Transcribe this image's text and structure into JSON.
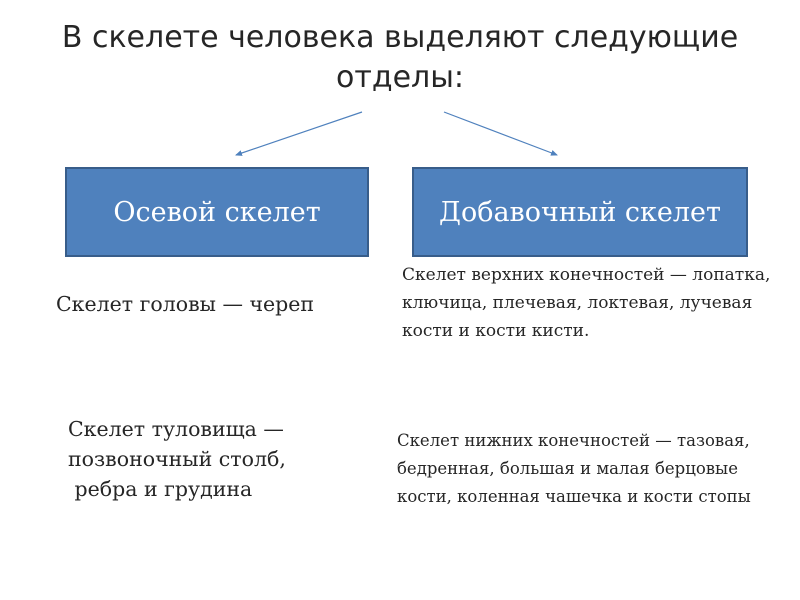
{
  "title": {
    "line1": "В скелете человека выделяют следующие",
    "line2": "отделы:"
  },
  "boxes": {
    "axial": "Осевой скелет",
    "accessory": "Добавочный скелет"
  },
  "axial_items": {
    "skull": "Скелет головы — череп",
    "trunk": {
      "line1": "Скелет туловища —",
      "line2": "позвоночный столб,",
      "line3": " ребра и грудина"
    }
  },
  "accessory_items": {
    "upper": "Скелет верхних конечностей — лопатка, ключица, плечевая, локтевая, лучевая кости и кости кисти.",
    "lower": "Скелет нижних конечностей — тазовая, бедренная, большая  и малая берцовые  кости, коленная чашечка и кости стопы"
  },
  "colors": {
    "box_fill": "#4f81bd",
    "box_border": "#385d8a",
    "arrow": "#4f81bd"
  }
}
